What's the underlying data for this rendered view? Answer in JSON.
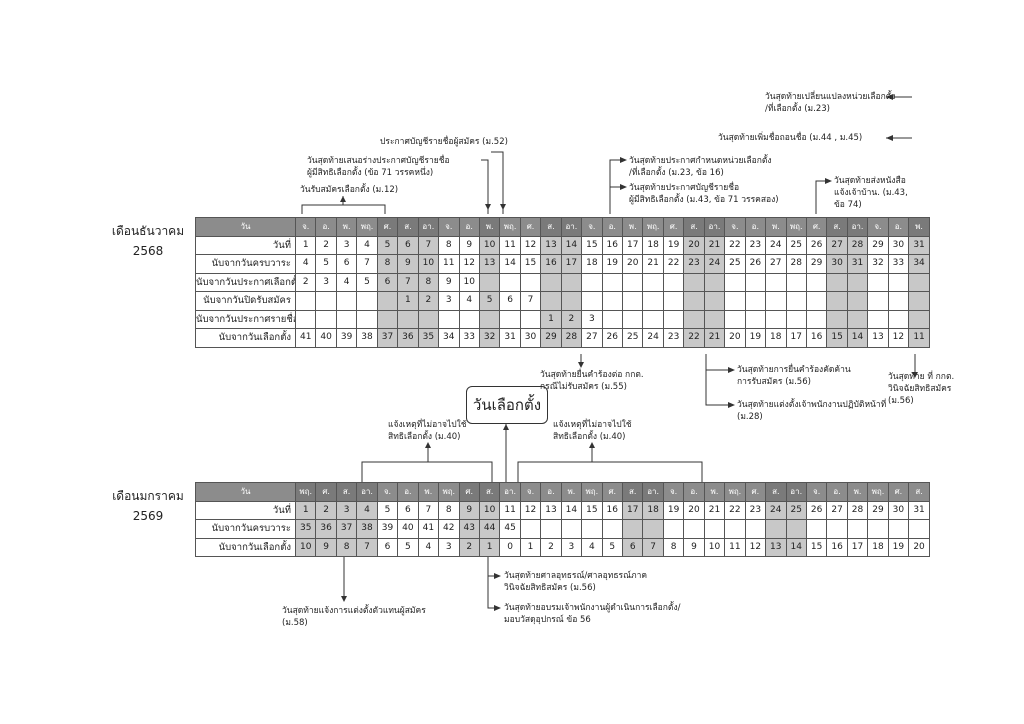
{
  "colors": {
    "header": "#8c8c8c",
    "weekend_shade": "#c8c8c8",
    "line": "#333333"
  },
  "december": {
    "month_label": "เดือนธันวาคม",
    "year_label": "2568",
    "header_label": "วัน",
    "weekdays": [
      "จ.",
      "อ.",
      "พ.",
      "พฤ.",
      "ศ.",
      "ส.",
      "อา.",
      "จ.",
      "อ.",
      "พ.",
      "พฤ.",
      "ศ.",
      "ส.",
      "อา.",
      "จ.",
      "อ.",
      "พ.",
      "พฤ.",
      "ศ.",
      "ส.",
      "อา.",
      "จ.",
      "อ.",
      "พ.",
      "พฤ.",
      "ศ.",
      "ส.",
      "อา.",
      "จ.",
      "อ.",
      "พ."
    ],
    "rows": [
      {
        "label": "วันที่",
        "cells": [
          "1",
          "2",
          "3",
          "4",
          "5",
          "6",
          "7",
          "8",
          "9",
          "10",
          "11",
          "12",
          "13",
          "14",
          "15",
          "16",
          "17",
          "18",
          "19",
          "20",
          "21",
          "22",
          "23",
          "24",
          "25",
          "26",
          "27",
          "28",
          "29",
          "30",
          "31"
        ]
      },
      {
        "label": "นับจากวันครบวาระ",
        "cells": [
          "4",
          "5",
          "6",
          "7",
          "8",
          "9",
          "10",
          "11",
          "12",
          "13",
          "14",
          "15",
          "16",
          "17",
          "18",
          "19",
          "20",
          "21",
          "22",
          "23",
          "24",
          "25",
          "26",
          "27",
          "28",
          "29",
          "30",
          "31",
          "32",
          "33",
          "34"
        ]
      },
      {
        "label": "นับจากวันประกาศเลือกตั้ง",
        "cells": [
          "2",
          "3",
          "4",
          "5",
          "6",
          "7",
          "8",
          "9",
          "10",
          "",
          "",
          "",
          "",
          "",
          "",
          "",
          "",
          "",
          "",
          "",
          "",
          "",
          "",
          "",
          "",
          "",
          "",
          "",
          "",
          "",
          ""
        ]
      },
      {
        "label": "นับจากวันปิดรับสมัคร",
        "cells": [
          "",
          "",
          "",
          "",
          "",
          "1",
          "2",
          "3",
          "4",
          "5",
          "6",
          "7",
          "",
          "",
          "",
          "",
          "",
          "",
          "",
          "",
          "",
          "",
          "",
          "",
          "",
          "",
          "",
          "",
          "",
          "",
          ""
        ]
      },
      {
        "label": "นับจากวันประกาศรายชื่อ",
        "cells": [
          "",
          "",
          "",
          "",
          "",
          "",
          "",
          "",
          "",
          "",
          "",
          "",
          "1",
          "2",
          "3",
          "",
          "",
          "",
          "",
          "",
          "",
          "",
          "",
          "",
          "",
          "",
          "",
          "",
          "",
          "",
          ""
        ]
      },
      {
        "label": "นับจากวันเลือกตั้ง",
        "cells": [
          "41",
          "40",
          "39",
          "38",
          "37",
          "36",
          "35",
          "34",
          "33",
          "32",
          "31",
          "30",
          "29",
          "28",
          "27",
          "26",
          "25",
          "24",
          "23",
          "22",
          "21",
          "20",
          "19",
          "18",
          "17",
          "16",
          "15",
          "14",
          "13",
          "12",
          "11"
        ]
      }
    ]
  },
  "january": {
    "month_label": "เดือนมกราคม",
    "year_label": "2569",
    "header_label": "วัน",
    "weekdays": [
      "พฤ.",
      "ศ.",
      "ส.",
      "อา.",
      "จ.",
      "อ.",
      "พ.",
      "พฤ.",
      "ศ.",
      "ส.",
      "อา.",
      "จ.",
      "อ.",
      "พ.",
      "พฤ.",
      "ศ.",
      "ส.",
      "อา.",
      "จ.",
      "อ.",
      "พ.",
      "พฤ.",
      "ศ.",
      "ส.",
      "อา.",
      "จ.",
      "อ.",
      "พ.",
      "พฤ.",
      "ศ.",
      "ส."
    ],
    "rows": [
      {
        "label": "วันที่",
        "cells": [
          "1",
          "2",
          "3",
          "4",
          "5",
          "6",
          "7",
          "8",
          "9",
          "10",
          "11",
          "12",
          "13",
          "14",
          "15",
          "16",
          "17",
          "18",
          "19",
          "20",
          "21",
          "22",
          "23",
          "24",
          "25",
          "26",
          "27",
          "28",
          "29",
          "30",
          "31"
        ]
      },
      {
        "label": "นับจากวันครบวาระ",
        "cells": [
          "35",
          "36",
          "37",
          "38",
          "39",
          "40",
          "41",
          "42",
          "43",
          "44",
          "45",
          "",
          "",
          "",
          "",
          "",
          "",
          "",
          "",
          "",
          "",
          "",
          "",
          "",
          "",
          "",
          "",
          "",
          "",
          "",
          ""
        ]
      },
      {
        "label": "นับจากวันเลือกตั้ง",
        "cells": [
          "10",
          "9",
          "8",
          "7",
          "6",
          "5",
          "4",
          "3",
          "2",
          "1",
          "0",
          "1",
          "2",
          "3",
          "4",
          "5",
          "6",
          "7",
          "8",
          "9",
          "10",
          "11",
          "12",
          "13",
          "14",
          "15",
          "16",
          "17",
          "18",
          "19",
          "20"
        ]
      }
    ]
  },
  "central_label": "วันเลือกตั้ง",
  "notes": {
    "n1": "วันสุดท้ายเปลี่ยนแปลงหน่วยเลือกตั้ง\n/ที่เลือกตั้ง (ม.23)",
    "n2": "วันสุดท้ายเพิ่มชื่อถอนชื่อ (ม.44 , ม.45)",
    "n3": "ประกาศบัญชีรายชื่อผู้สมัคร (ม.52)",
    "n4": "วันสุดท้ายเสนอร่างประกาศบัญชีรายชื่อ\nผู้มีสิทธิเลือกตั้ง (ข้อ 71 วรรคหนึ่ง)",
    "n5": "วันรับสมัครเลือกตั้ง (ม.12)",
    "n6": "วันสุดท้ายประกาศกำหนดหน่วยเลือกตั้ง\n/ที่เลือกตั้ง (ม.23, ข้อ 16)",
    "n7": "วันสุดท้ายประกาศบัญชีรายชื่อ\nผู้มีสิทธิเลือกตั้ง (ม.43, ข้อ 71 วรรคสอง)",
    "n8": "วันสุดท้ายส่งหนังสือ\nแจ้งเจ้าบ้าน. (ม.43,\nข้อ 74)",
    "n9": "วันสุดท้ายยื่นคำร้องต่อ กกต.\nกรณีไม่รับสมัคร (ม.55)",
    "n10": "วันสุดท้ายการยื่นคำร้องคัดค้าน\nการรับสมัคร (ม.56)",
    "n11": "วันสุดท้ายแต่งตั้งเจ้าพนักงานปฏิบัติหน้าที่\n(ม.28)",
    "n12": "วันสุดท้าย ที่ กกต.\nวินิจฉัยสิทธิสมัคร\n(ม.56)",
    "n13": "แจ้งเหตุที่ไม่อาจไปใช้\nสิทธิเลือกตั้ง (ม.40)",
    "n14": "แจ้งเหตุที่ไม่อาจไปใช้\nสิทธิเลือกตั้ง (ม.40)",
    "n15": "วันสุดท้ายแจ้งการแต่งตั้งตัวแทนผู้สมัคร\n(ม.58)",
    "n16": "วันสุดท้ายศาลอุทธรณ์/ศาลอุทธรณ์ภาค\nวินิจฉัยสิทธิสมัคร (ม.56)",
    "n17": "วันสุดท้ายอบรมเจ้าพนักงานผู้ดำเนินการเลือกตั้ง/\nมอบวัสดุอุปกรณ์ ข้อ 56"
  }
}
